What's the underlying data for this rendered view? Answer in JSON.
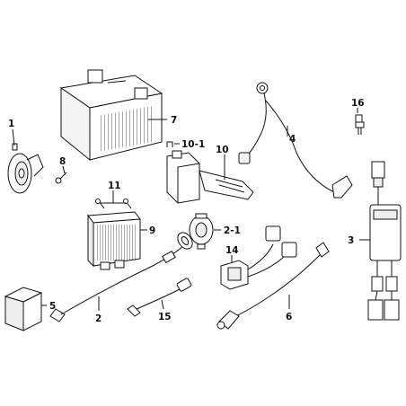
{
  "callouts": {
    "c1": "1",
    "c2": "2",
    "c2_1": "2-1",
    "c3": "3",
    "c4": "4",
    "c5": "5",
    "c6": "6",
    "c7": "7",
    "c8": "8",
    "c9": "9",
    "c10": "10",
    "c10_1": "10-1",
    "c11": "11",
    "c14": "14",
    "c15": "15",
    "c16": "16"
  },
  "colors": {
    "ink": "#111111",
    "fill": "#ffffff",
    "shade": "#e6e6e6"
  }
}
